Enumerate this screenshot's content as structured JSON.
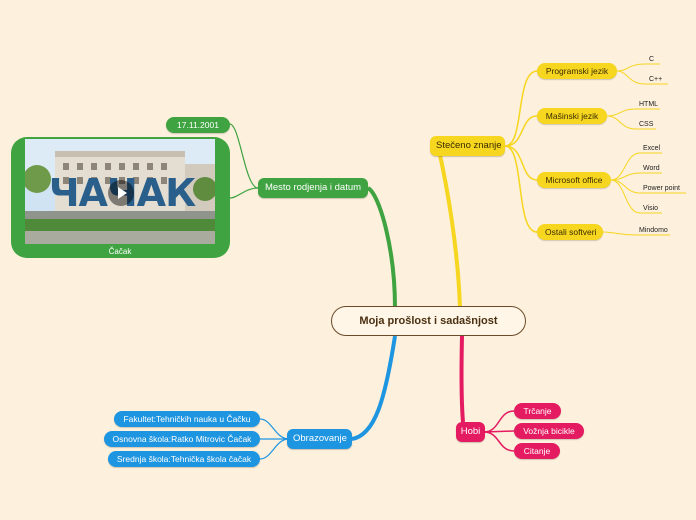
{
  "root": "Moja prošlost i sadašnjost",
  "mesto": {
    "title": "Mesto rodjenja i datum",
    "date": "17.11.2001",
    "photo_caption": "Čačak",
    "photo_sign": "ЧАЧАК"
  },
  "obrazovanje": {
    "title": "Obrazovanje",
    "items": [
      "Fakultet:Tehničkih nauka u Čačku",
      "Osnovna škola:Ratko Mitrovic Čačak",
      "Srednja škola:Tehnička škola čačak"
    ]
  },
  "steceno": {
    "title": "Stečeno znanje",
    "programski": {
      "label": "Programski jezik",
      "leaves": [
        "C",
        "C++"
      ]
    },
    "masinski": {
      "label": "Mašinski jezik",
      "leaves": [
        "HTML",
        "CSS"
      ]
    },
    "office": {
      "label": "Microsoft office",
      "leaves": [
        "Excel",
        "Word",
        "Power point",
        "Visio"
      ]
    },
    "ostali": {
      "label": "Ostali softveri",
      "leaves": [
        "Mindomo"
      ]
    }
  },
  "hobi": {
    "title": "Hobi",
    "items": [
      "Trčanje",
      "Vožnja bicikle",
      "Citanje"
    ]
  },
  "colors": {
    "background": "#fdf0dc",
    "green": "#3ea340",
    "blue": "#1e95e1",
    "yellow": "#f7d61f",
    "pink": "#e51b61"
  }
}
